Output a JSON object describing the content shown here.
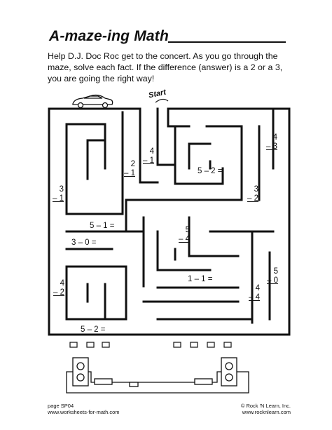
{
  "title": "A-maze-ing Math",
  "instructions": "Help D.J. Doc Roc get to the concert. As you go through the maze, solve each fact. If the difference (answer) is a 2 or a 3, you are going the right way!",
  "start_label": "Start",
  "problems_vertical": [
    {
      "top": "4",
      "bottom": "– 3"
    },
    {
      "top": "4",
      "bottom": "– 1"
    },
    {
      "top": "2",
      "bottom": "– 1"
    },
    {
      "top": "3",
      "bottom": "– 1"
    },
    {
      "top": "3",
      "bottom": "– 2"
    },
    {
      "top": "5",
      "bottom": "– 4"
    },
    {
      "top": "5",
      "bottom": "– 0"
    },
    {
      "top": "4",
      "bottom": "– 4"
    },
    {
      "top": "4",
      "bottom": "– 2"
    }
  ],
  "problems_inline": [
    "5 – 2 =",
    "5 – 1 =",
    "3 – 0 =",
    "1 – 1 =",
    "5 – 2 ="
  ],
  "footer": {
    "page": "page SP04",
    "site_left": "www.worksheets-for-math.com",
    "copyright": "© Rock 'N Learn, Inc.",
    "site_right": "www.rocknlearn.com"
  }
}
